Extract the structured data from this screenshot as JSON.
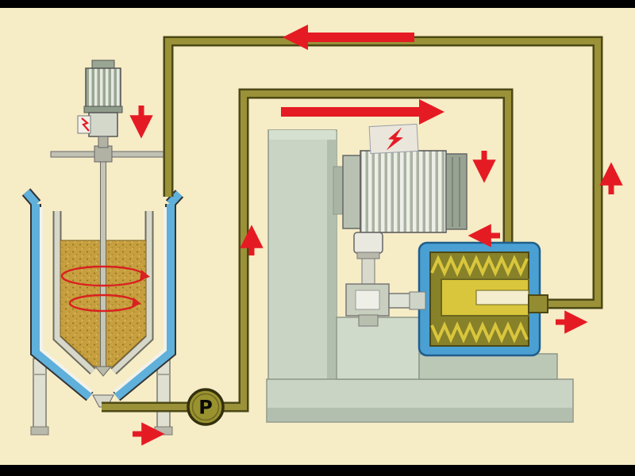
{
  "pump": {
    "label": "P"
  },
  "colors": {
    "background": "#f6ecc6",
    "frame_black": "#000000",
    "pipe": "#9a9138",
    "pipe_outline": "#4c4815",
    "arrow_red": "#e51b24",
    "tank_wall_blue": "#5fb0da",
    "liquid_tan": "#c79f3e",
    "machine_body": "#c9d4c4",
    "chamber_blue": "#4aa0d2",
    "chamber_yellow": "#d9c63c",
    "motor_stripe": "#99a794"
  },
  "icons": {
    "hazard": "lightning-bolt-icon",
    "flow_arrows": [
      {
        "name": "flow-arrow-top-return",
        "direction": "left"
      },
      {
        "name": "flow-arrow-feed-line",
        "direction": "right"
      },
      {
        "name": "flow-arrow-into-tank",
        "direction": "down"
      },
      {
        "name": "flow-arrow-pump-riser",
        "direction": "up"
      },
      {
        "name": "flow-arrow-mill-down",
        "direction": "down"
      },
      {
        "name": "flow-arrow-mill-inlet",
        "direction": "left"
      },
      {
        "name": "flow-arrow-mill-outlet",
        "direction": "right"
      },
      {
        "name": "flow-arrow-return-riser",
        "direction": "up"
      },
      {
        "name": "flow-arrow-pump-discharge",
        "direction": "right"
      }
    ]
  },
  "components": {
    "tank": "stirred-mixing-tank",
    "agitator": "agitator-motor",
    "pump": "circulation-pump",
    "mill": "bead-mill",
    "chamber": "grinding-chamber"
  }
}
